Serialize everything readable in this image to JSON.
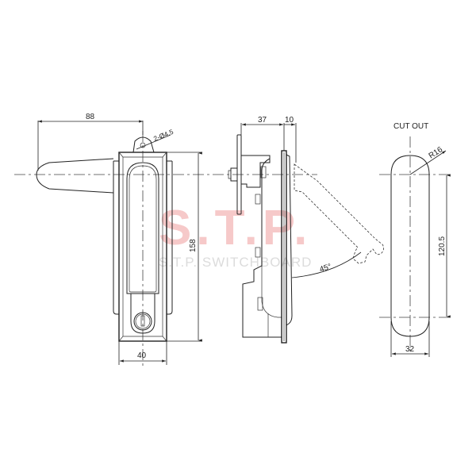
{
  "watermark": {
    "brand": "S.T.P.",
    "subtitle": "S.T.P. SWITCHBOARD",
    "color_brand": "#f6c9c9",
    "color_subtitle": "#dcdcdc"
  },
  "front_view": {
    "dim_width_handle": "88",
    "dim_hole": "2-Ø4.5",
    "dim_height": "158",
    "dim_width_body": "40"
  },
  "side_view": {
    "dim_depth": "37",
    "dim_flange": "10",
    "dim_angle": "45°"
  },
  "cutout_view": {
    "title": "CUT OUT",
    "dim_radius": "R16",
    "dim_centers": "120.5",
    "dim_width": "32"
  }
}
